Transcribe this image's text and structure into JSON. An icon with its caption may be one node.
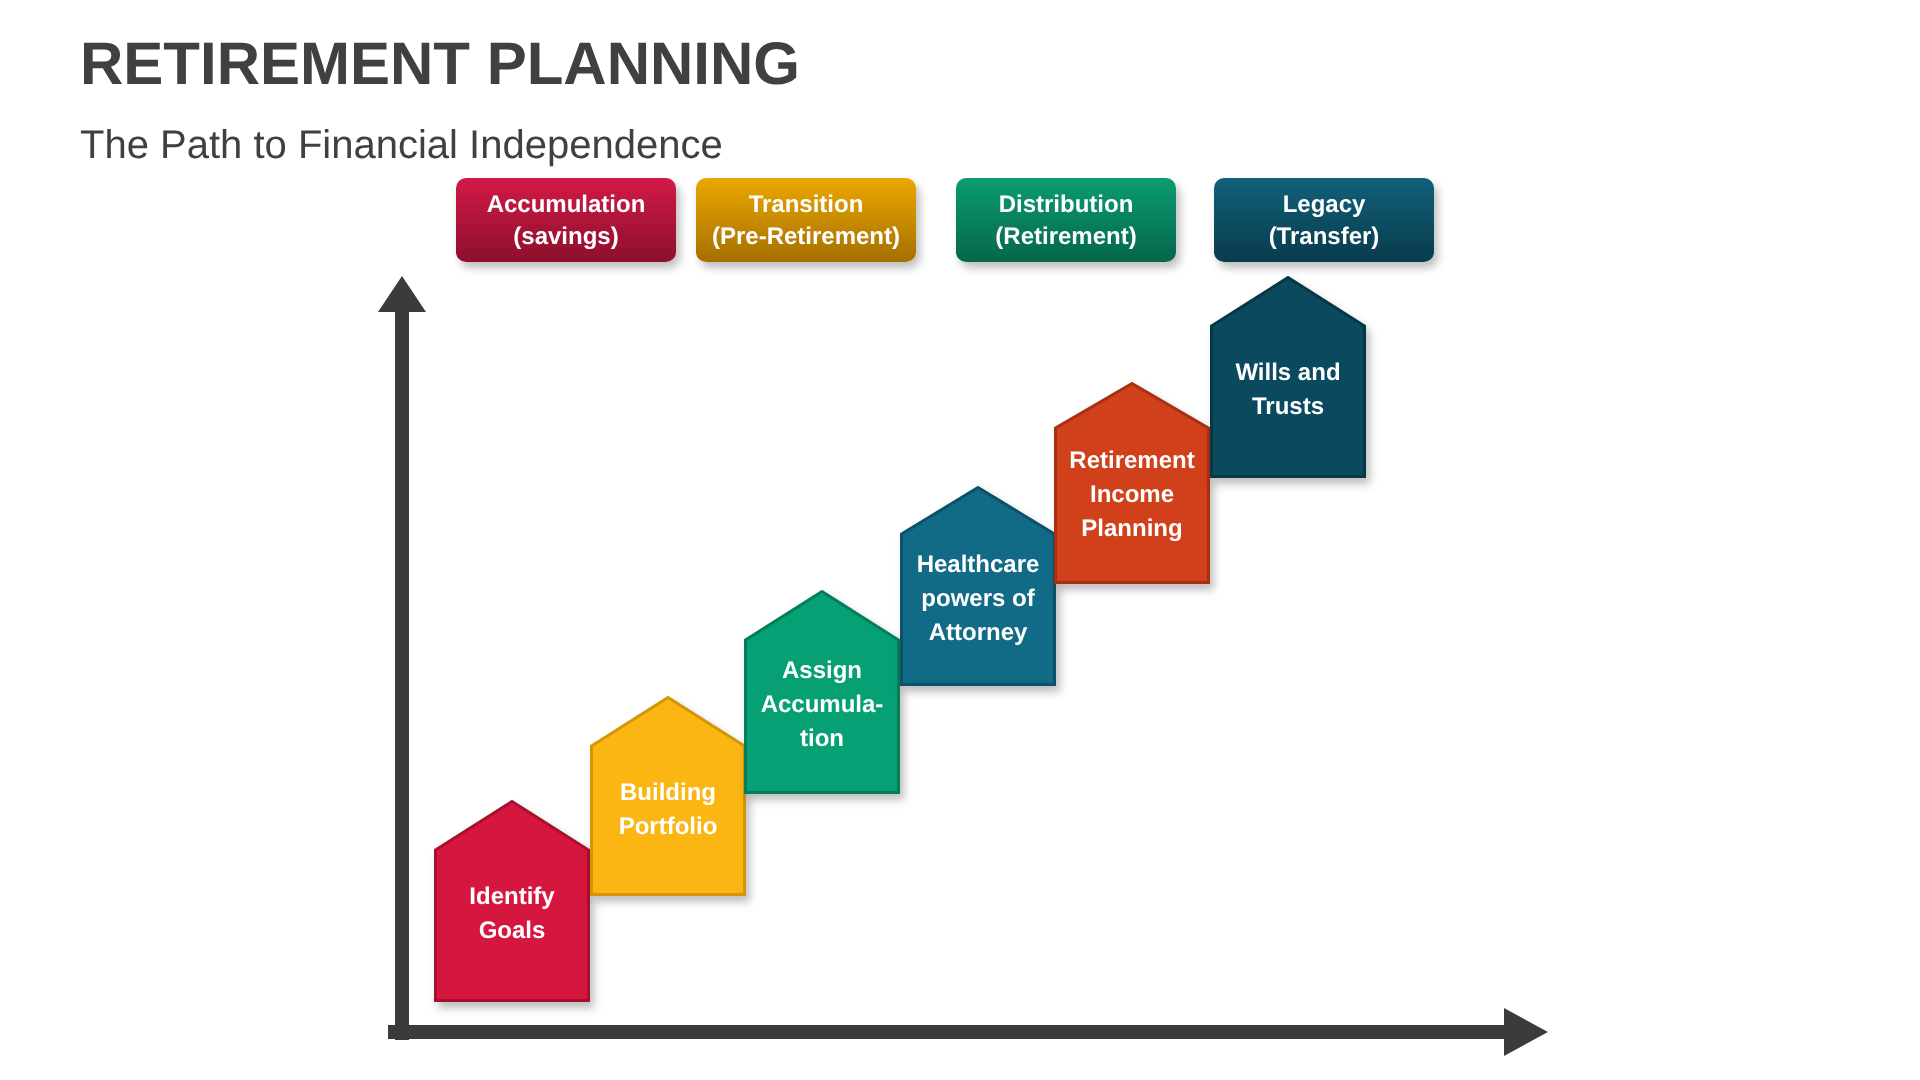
{
  "diagram": {
    "title": "RETIREMENT PLANNING",
    "nodes": [
      {
        "text": [
          "Accumulation (savings)"
        ]
      },
      {
        "text": [
          "Transition (Pre-Retirement)"
        ]
      },
      {
        "text": [
          "Distribution (Retirement)"
        ]
      },
      {
        "text": [
          "Legacy (Transfer)"
        ]
      },
      {
        "text": [
          "Identify Goals"
        ]
      },
      {
        "text": [
          "Building Portfolio"
        ]
      },
      {
        "text": [
          "Assign Accumula-tion"
        ]
      },
      {
        "text": [
          "Healthcare powers of Attorney"
        ]
      },
      {
        "text": [
          "Retirement Income Planning"
        ]
      },
      {
        "text": [
          "Wills and Trusts"
        ]
      }
    ],
    "labels": [
      "The Path to Financial Independence"
    ]
  }
}
